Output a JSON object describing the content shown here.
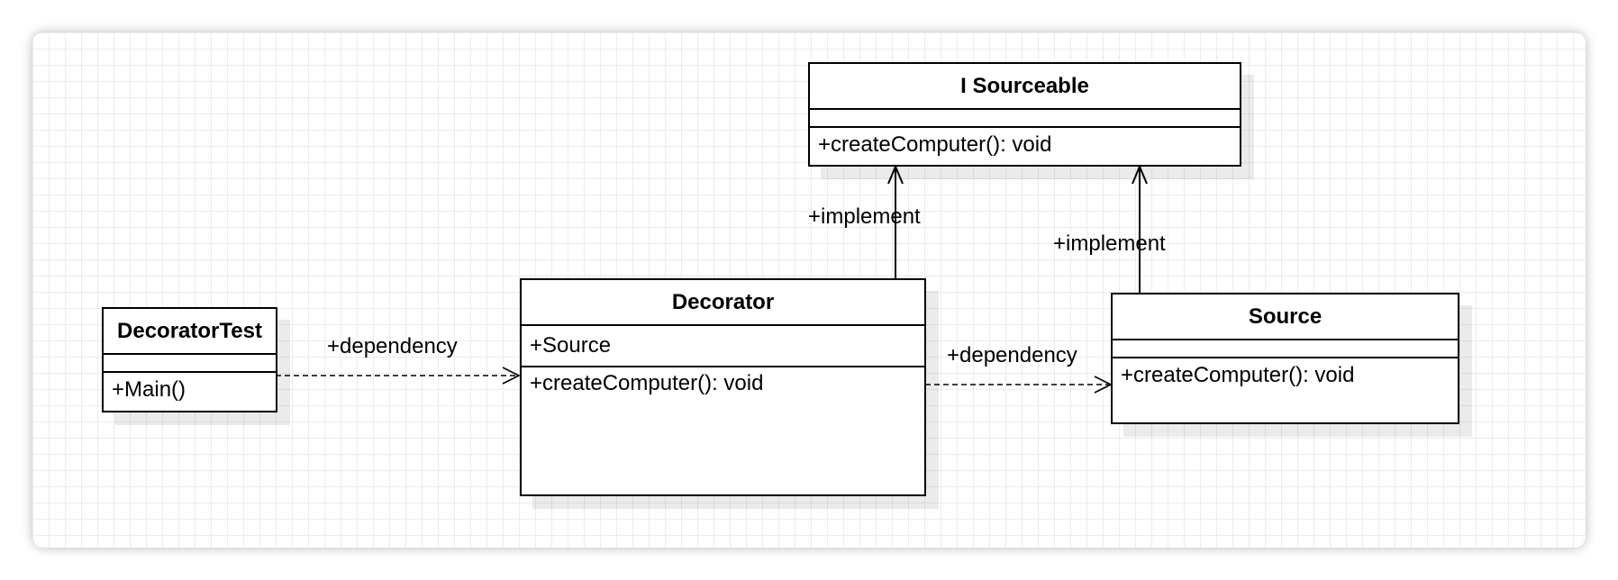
{
  "classes": {
    "isourceable": {
      "name": "I Sourceable",
      "attributes": "",
      "operations": "+createComputer(): void"
    },
    "decorator": {
      "name": "Decorator",
      "attributes": "+Source",
      "operations": "+createComputer(): void"
    },
    "source": {
      "name": "Source",
      "attributes": "",
      "operations": "+createComputer(): void"
    },
    "decoratortest": {
      "name": "DecoratorTest",
      "attributes": "",
      "operations": "+Main()"
    }
  },
  "relations": {
    "test_to_decorator": {
      "label": "+dependency",
      "kind": "dependency"
    },
    "decorator_to_source": {
      "label": "+dependency",
      "kind": "dependency"
    },
    "decorator_to_interface": {
      "label": "+implement",
      "kind": "association"
    },
    "source_to_interface": {
      "label": "+implement",
      "kind": "association"
    }
  },
  "colors": {
    "stroke": "#000000",
    "grid": "#ececec",
    "shadow": "#ebebeb"
  }
}
